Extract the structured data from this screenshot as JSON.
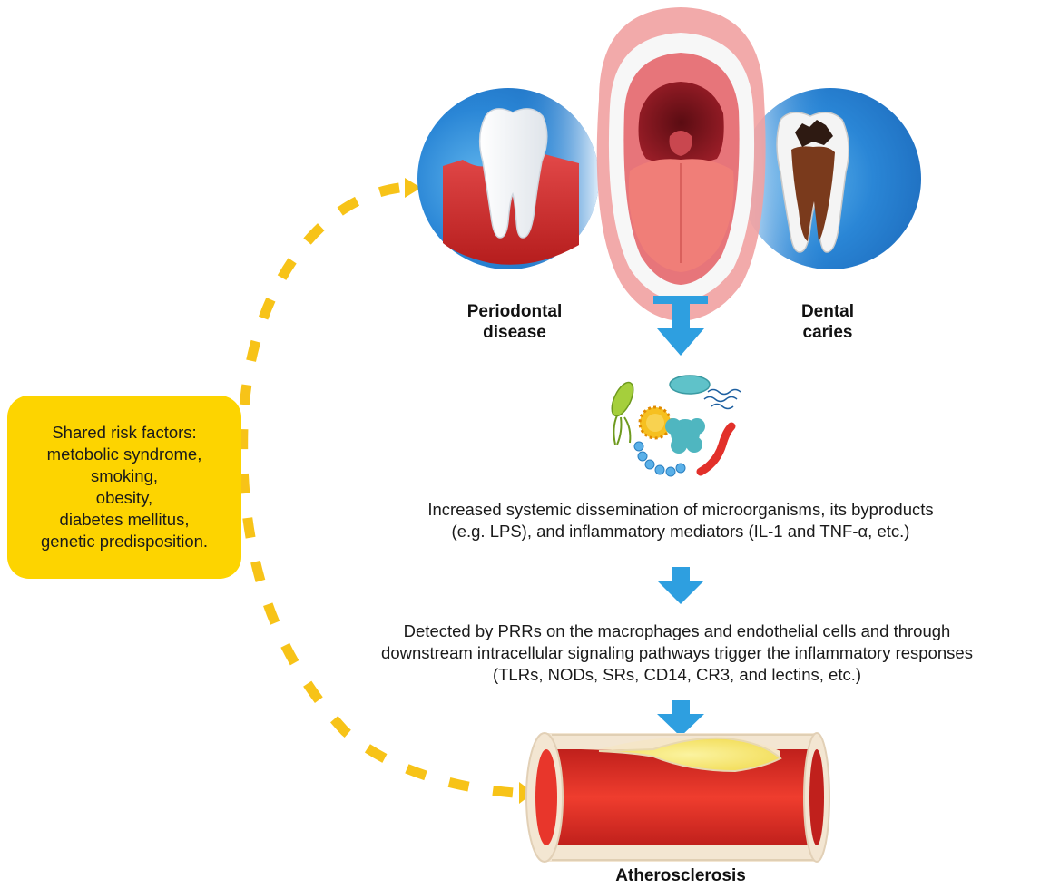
{
  "labels": {
    "periodontal": [
      "Periodontal",
      "disease"
    ],
    "caries": [
      "Dental",
      "caries"
    ],
    "atherosclerosis": "Atherosclerosis"
  },
  "risk_box": {
    "lines": [
      "Shared risk factors:",
      "metobolic syndrome,",
      "smoking,",
      "obesity,",
      "diabetes mellitus,",
      "genetic predisposition."
    ]
  },
  "steps": {
    "dissemination": [
      "Increased systemic dissemination of microorganisms, its byproducts",
      "(e.g. LPS), and inflammatory mediators (IL-1 and TNF-α, etc.)"
    ],
    "detection": [
      "Detected by PRRs on the macrophages and endothelial cells and through",
      "downstream intracellular signaling pathways trigger the inflammatory responses",
      "(TLRs, NODs, SRs, CD14, CR3, and lectins, etc.)"
    ]
  },
  "colors": {
    "arrow_blue": "#2e9fe0",
    "dash_yellow": "#f7c318",
    "risk_box": "#fdd400",
    "circle_blue": "#2a86d6",
    "gum_red": "#d42a2a",
    "plaque_yellow": "#f5e46a",
    "vessel_red": "#e8362b"
  },
  "icons": [
    "healthy-tooth-icon",
    "decayed-tooth-icon",
    "open-mouth-icon",
    "microorganisms-icon",
    "artery-plaque-icon"
  ]
}
